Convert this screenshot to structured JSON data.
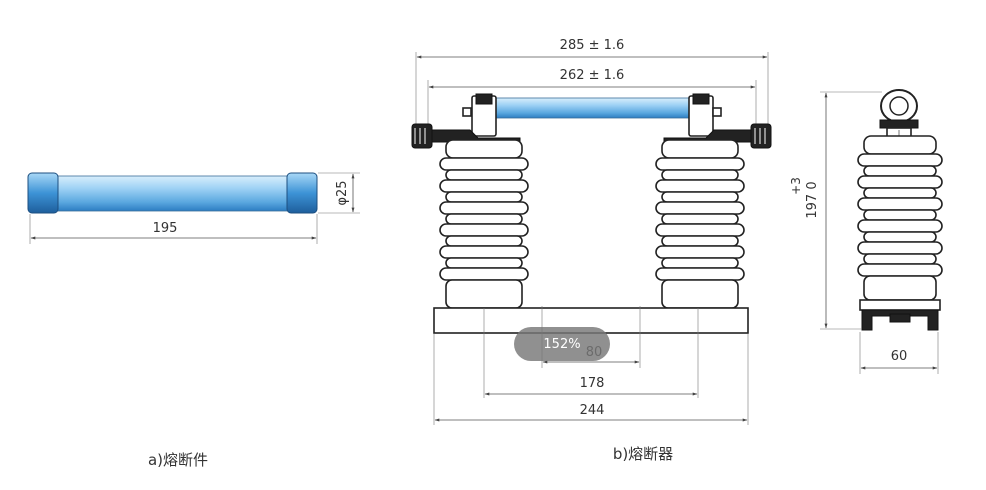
{
  "dimensions": {
    "fuse_length": "195",
    "fuse_diameter": "φ25",
    "overall_width": "285 ± 1.6",
    "tube_span": "262 ± 1.6",
    "base_hole_spacing": "80",
    "insulator_spacing": "178",
    "base_length": "244",
    "height_value": "197 0",
    "height_tolerance": "+3",
    "side_base_width": "60"
  },
  "captions": {
    "fuse_link": "a)熔断件",
    "fuse_assembly": "b)熔断器"
  },
  "viewer": {
    "zoom": "152%"
  },
  "colors": {
    "tube_blue": "#6fb8ea",
    "cap_blue": "#3d93d6",
    "outline": "#222222"
  }
}
